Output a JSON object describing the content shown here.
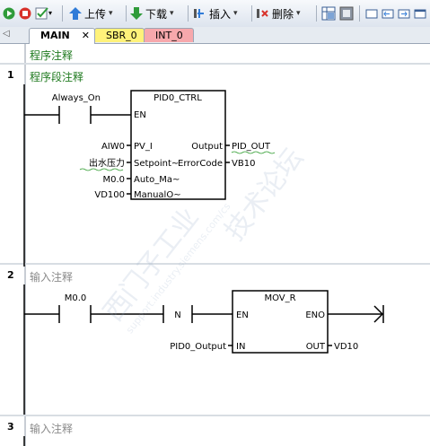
{
  "toolbar": {
    "upload_label": "上传",
    "download_label": "下载",
    "insert_label": "插入",
    "delete_label": "删除"
  },
  "tabs": [
    {
      "label": "MAIN",
      "color": "#ffffff"
    },
    {
      "label": "SBR_0",
      "color": "#fff27a"
    },
    {
      "label": "INT_0",
      "color": "#f7a8ac"
    }
  ],
  "program": {
    "comment": "程序注释"
  },
  "networks": [
    {
      "number": "1",
      "comment": "程序段注释",
      "contact": "Always_On",
      "block": {
        "name": "PID0_CTRL",
        "en": "EN",
        "inputs": [
          {
            "operand": "AIW0",
            "pin": "PV_I"
          },
          {
            "operand": "出水压力",
            "pin": "Setpoint~"
          },
          {
            "operand": "M0.0",
            "pin": "Auto_Ma~"
          },
          {
            "operand": "VD100",
            "pin": "ManualO~"
          }
        ],
        "outputs": [
          {
            "pin": "Output",
            "operand": "PID_OUT"
          },
          {
            "pin": "ErrorCode",
            "operand": "VB10"
          }
        ]
      }
    },
    {
      "number": "2",
      "comment": "输入注释",
      "contact": "M0.0",
      "edge": "N",
      "block": {
        "name": "MOV_R",
        "en": "EN",
        "eno": "ENO",
        "in_pin": "IN",
        "in_operand": "PID0_Output",
        "out_pin": "OUT",
        "out_operand": "VD10"
      }
    },
    {
      "number": "3",
      "comment": "输入注释"
    }
  ],
  "watermark": {
    "line1": "西门子工业",
    "line2": "技术论坛",
    "url": "support.industry.siemens.com/cs"
  }
}
